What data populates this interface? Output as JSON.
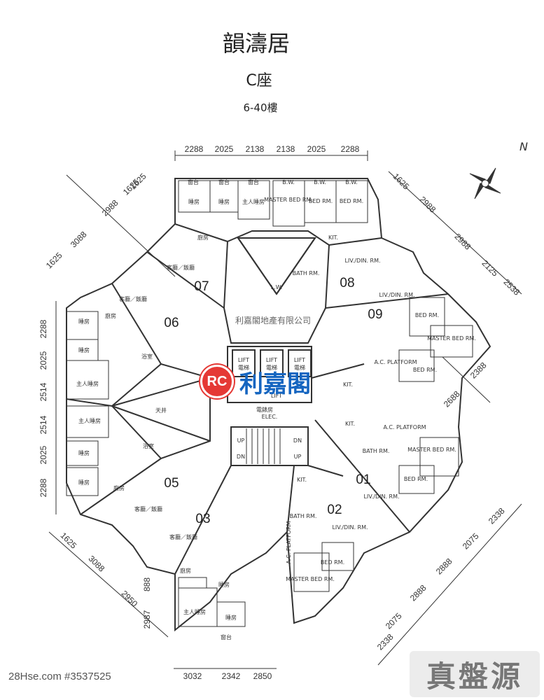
{
  "header": {
    "estate_name": "韻濤居",
    "block": "C座",
    "floors": "6-40樓"
  },
  "dimensions": {
    "top": [
      "2288",
      "2025",
      "2138",
      "2138",
      "2025",
      "2288"
    ],
    "bottom": [
      "3032",
      "2342",
      "2850"
    ],
    "left_upper_diag": [
      "1625",
      "2988",
      "1625",
      "3088",
      "1625"
    ],
    "left_vertical": [
      "2288",
      "2025",
      "2514",
      "2514",
      "2025",
      "2288"
    ],
    "left_lower_diag": [
      "1625",
      "3088",
      "2950",
      "888",
      "2987"
    ],
    "right_upper_diag": [
      "1625",
      "2988",
      "2988",
      "2125",
      "2538"
    ],
    "right_mid": [
      "2688",
      "2388"
    ],
    "right_lower_diag": [
      "2338",
      "2075",
      "2888",
      "2888",
      "2075",
      "2338"
    ]
  },
  "units": {
    "01": "01",
    "02": "02",
    "03": "03",
    "05": "05",
    "06": "06",
    "07": "07",
    "08": "08",
    "09": "09"
  },
  "rooms": {
    "kitchen": "廚房",
    "bedroom": "睡房",
    "master_bedroom": "主人睡房",
    "living_dining": "客廳／飯廳",
    "bathroom": "浴室",
    "bath_rm": "BATH RM.",
    "master_bed_rm": "MASTER BED RM.",
    "bed_rm": "BED RM.",
    "liv_din_rm": "LIV./DIN. RM.",
    "kit": "KIT.",
    "bw": "B.W.",
    "bw_cn": "窗台",
    "lw": "L.W.",
    "lift": "LIFT",
    "lift_cn": "電梯",
    "lift_lobby": "LIFT",
    "up": "UP",
    "dn": "DN",
    "ac_platform": "A.C. PLATFORM",
    "light_well_cn": "天井",
    "elec": "ELEC.",
    "meter_rm": "電錶房"
  },
  "watermark": {
    "agency_text": "利嘉閣地產有限公司",
    "logo_letters": "RC",
    "logo_name": "利嘉閣"
  },
  "footer": {
    "listing_id": "28Hse.com #3537525",
    "badge": "真盤源"
  },
  "compass": {
    "north": "N"
  },
  "colors": {
    "line": "#333333",
    "logo_red": "#e53935",
    "logo_blue": "#1565c0"
  }
}
